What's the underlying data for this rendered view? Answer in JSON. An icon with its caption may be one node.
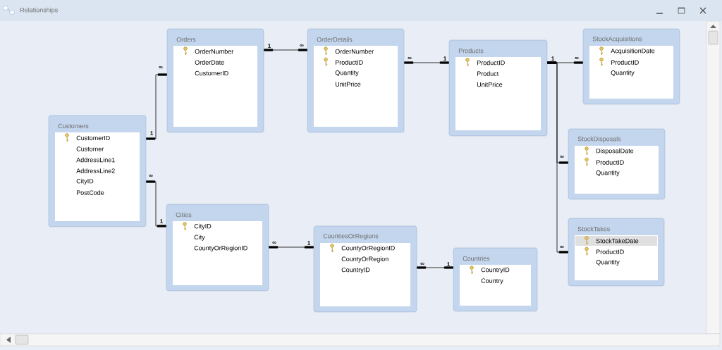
{
  "diagram": {
    "title": "Relationships",
    "nodes": [
      {
        "text": [
          "Orders",
          "OrderNumber",
          "OrderDate",
          "CustomerID"
        ]
      },
      {
        "text": [
          "OrderDetails",
          "OrderNumber",
          "ProductID",
          "Quantity",
          "UnitPrice"
        ]
      },
      {
        "text": [
          "Products",
          "ProductID",
          "Product",
          "UnitPrice"
        ]
      },
      {
        "text": [
          "StockAcquisitions",
          "AcquisitionDate",
          "ProductID",
          "Quantity"
        ]
      },
      {
        "text": [
          "Customers",
          "CustomerID",
          "Customer",
          "AddressLine1",
          "AddressLine2",
          "CityID",
          "PostCode"
        ]
      },
      {
        "text": [
          "StockDisposals",
          "DisposalDate",
          "ProductID",
          "Quantity"
        ]
      },
      {
        "text": [
          "Cities",
          "CityID",
          "City",
          "CountyOrRegionID"
        ]
      },
      {
        "text": [
          "CountiesOrRegions",
          "CountyOrRegionID",
          "CountyOrRegion",
          "CountryID"
        ]
      },
      {
        "text": [
          "StockTakes",
          "StockTakeDate",
          "ProductID",
          "Quantity"
        ]
      },
      {
        "text": [
          "Countries",
          "CountryID",
          "Country"
        ]
      }
    ],
    "edges": [
      {
        "from": 4,
        "to": 0,
        "arrow": "other"
      },
      {
        "from": 0,
        "to": 1,
        "arrow": "other"
      },
      {
        "from": 2,
        "to": 1,
        "arrow": "other"
      },
      {
        "from": 2,
        "to": 3,
        "arrow": "other"
      },
      {
        "from": 2,
        "to": 5,
        "arrow": "other"
      },
      {
        "from": 2,
        "to": 8,
        "arrow": "other"
      },
      {
        "from": 6,
        "to": 4,
        "arrow": "other"
      },
      {
        "from": 7,
        "to": 6,
        "arrow": "other"
      },
      {
        "from": 9,
        "to": 7,
        "arrow": "other"
      }
    ],
    "labels": [
      "1",
      "∞",
      "∞",
      "1",
      "1",
      "∞",
      "∞",
      "1",
      "∞",
      "∞",
      "1",
      "∞",
      "1",
      "∞",
      "∞",
      "1"
    ]
  }
}
